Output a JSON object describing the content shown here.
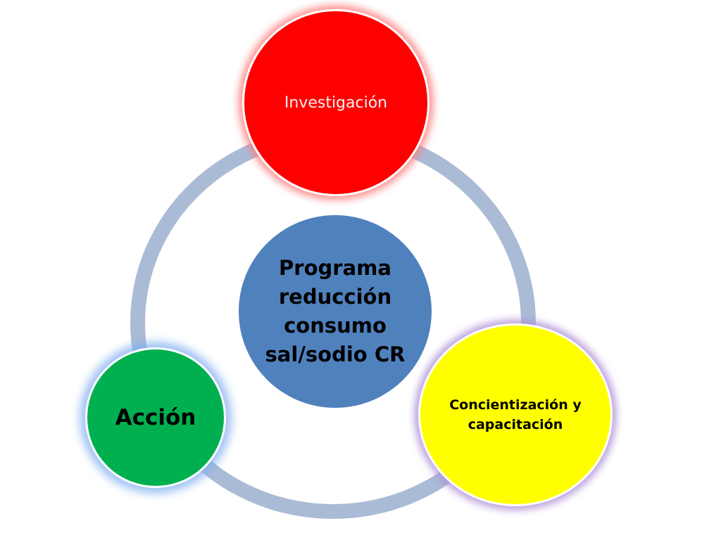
{
  "diagram": {
    "center": {
      "label": "Programa reducción consumo sal/sodio CR"
    },
    "nodes": {
      "top": {
        "label": "Investigación"
      },
      "left": {
        "label": "Acción"
      },
      "right": {
        "label": "Concientización y capacitación"
      }
    }
  },
  "colors": {
    "ring": "#aabbd6",
    "center": "#4f81bd",
    "top": "#ff0000",
    "left": "#00b050",
    "right": "#ffff00"
  }
}
